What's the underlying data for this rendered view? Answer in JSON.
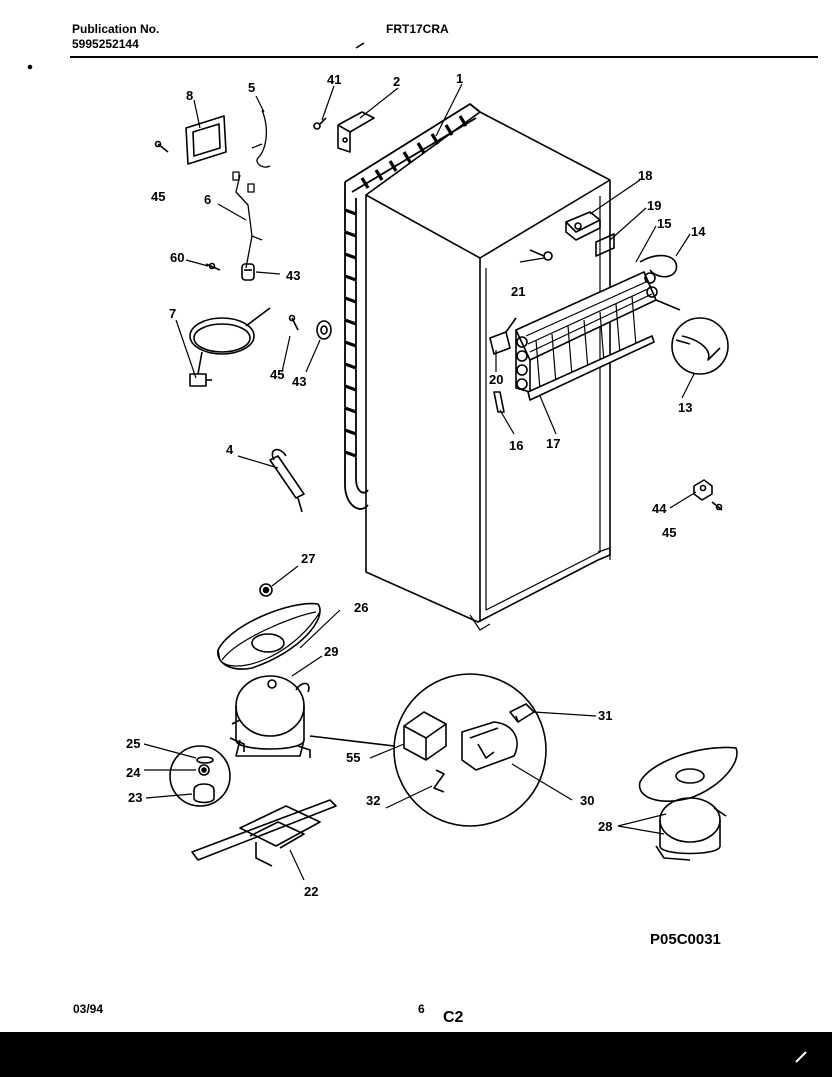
{
  "header": {
    "publication_label": "Publication No.",
    "publication_number": "5995252144",
    "model": "FRT17CRA"
  },
  "callouts": [
    "1",
    "2",
    "4",
    "5",
    "6",
    "7",
    "8",
    "13",
    "14",
    "15",
    "16",
    "17",
    "18",
    "19",
    "20",
    "21",
    "22",
    "23",
    "24",
    "25",
    "26",
    "27",
    "28",
    "29",
    "30",
    "31",
    "32",
    "41",
    "43",
    "43",
    "44",
    "45",
    "45",
    "45",
    "55",
    "60"
  ],
  "part_code": "P05C0031",
  "footer": {
    "date": "03/94",
    "page": "6",
    "section": "C2"
  }
}
